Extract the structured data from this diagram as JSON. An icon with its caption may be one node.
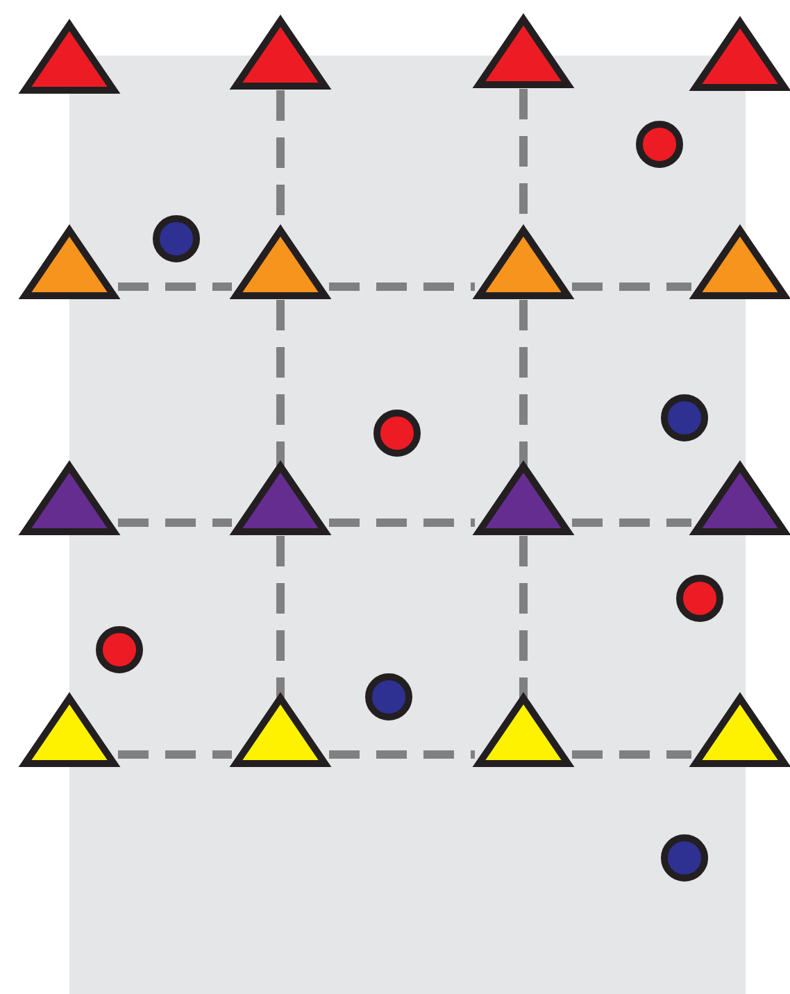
{
  "diagram": {
    "nodes": [
      {
        "text": [],
        "shape": "triangle"
      },
      {
        "text": [],
        "shape": "triangle"
      },
      {
        "text": [],
        "shape": "triangle"
      },
      {
        "text": [],
        "shape": "triangle"
      },
      {
        "text": [],
        "shape": "triangle"
      },
      {
        "text": [],
        "shape": "triangle"
      },
      {
        "text": [],
        "shape": "triangle"
      },
      {
        "text": [],
        "shape": "triangle"
      },
      {
        "text": [],
        "shape": "triangle"
      },
      {
        "text": [],
        "shape": "triangle"
      },
      {
        "text": [],
        "shape": "triangle"
      },
      {
        "text": [],
        "shape": "triangle"
      },
      {
        "text": [],
        "shape": "triangle"
      },
      {
        "text": [],
        "shape": "triangle"
      },
      {
        "text": [],
        "shape": "triangle"
      },
      {
        "text": [],
        "shape": "triangle"
      },
      {
        "text": [],
        "shape": "circle"
      },
      {
        "text": [],
        "shape": "circle"
      },
      {
        "text": [],
        "shape": "circle"
      },
      {
        "text": [],
        "shape": "circle"
      },
      {
        "text": [],
        "shape": "circle"
      },
      {
        "text": [],
        "shape": "circle"
      },
      {
        "text": [],
        "shape": "circle"
      },
      {
        "text": [],
        "shape": "circle"
      }
    ],
    "edges": [
      {
        "from": 1,
        "to": 5,
        "arrow": "none",
        "style": "dashed"
      },
      {
        "from": 2,
        "to": 6,
        "arrow": "none",
        "style": "dashed"
      },
      {
        "from": 4,
        "to": 5,
        "arrow": "none",
        "style": "dashed"
      },
      {
        "from": 5,
        "to": 6,
        "arrow": "none",
        "style": "dashed"
      },
      {
        "from": 6,
        "to": 7,
        "arrow": "none",
        "style": "dashed"
      },
      {
        "from": 5,
        "to": 9,
        "arrow": "none",
        "style": "dashed"
      },
      {
        "from": 6,
        "to": 10,
        "arrow": "none",
        "style": "dashed"
      },
      {
        "from": 8,
        "to": 9,
        "arrow": "none",
        "style": "dashed"
      },
      {
        "from": 9,
        "to": 10,
        "arrow": "none",
        "style": "dashed"
      },
      {
        "from": 10,
        "to": 11,
        "arrow": "none",
        "style": "dashed"
      },
      {
        "from": 9,
        "to": 13,
        "arrow": "none",
        "style": "dashed"
      },
      {
        "from": 10,
        "to": 14,
        "arrow": "none",
        "style": "dashed"
      },
      {
        "from": 12,
        "to": 13,
        "arrow": "none",
        "style": "dashed"
      },
      {
        "from": 13,
        "to": 14,
        "arrow": "none",
        "style": "dashed"
      },
      {
        "from": 14,
        "to": 15,
        "arrow": "none",
        "style": "dashed"
      }
    ]
  }
}
